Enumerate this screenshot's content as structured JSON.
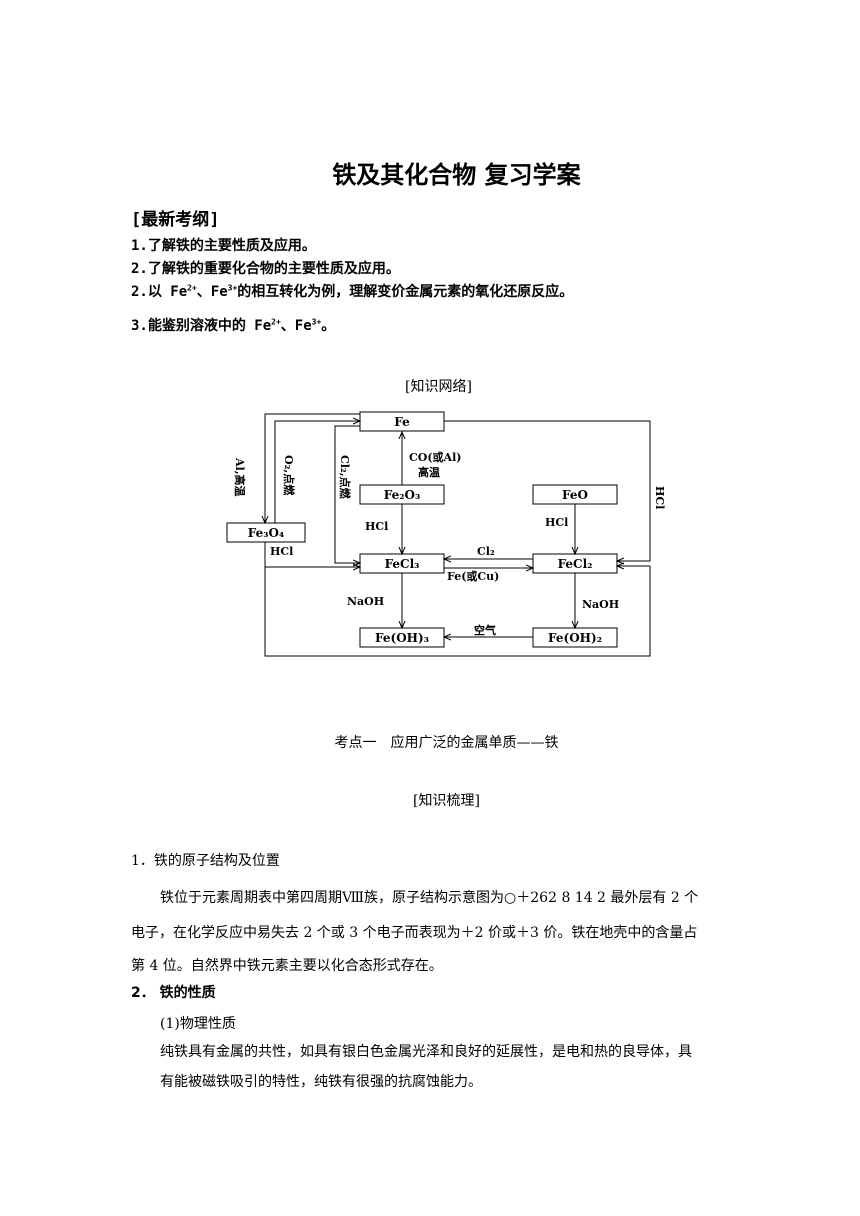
{
  "title": "铁及其化合物 复习学案",
  "outline": {
    "heading": "[最新考纲]",
    "items": [
      {
        "pre": "1.了解铁的主要性质及应用。"
      },
      {
        "pre": "2.了解铁的重要化合物的主要性质及应用。"
      },
      {
        "pre": "2.以 Fe",
        "sup1": "2+",
        "mid": "、Fe",
        "sup2": "3+",
        "post": "的相互转化为例，理解变价金属元素的氧化还原反应。"
      },
      {
        "pre": "3.能鉴别溶液中的 Fe",
        "sup1": "2+",
        "mid": "、Fe",
        "sup2": "3+",
        "post": "。"
      }
    ]
  },
  "diagram": {
    "caption": "[知识网络]",
    "nodes": {
      "fe": "Fe",
      "fe2o3": "Fe₂O₃",
      "feo": "FeO",
      "fe3o4": "Fe₃O₄",
      "fecl3": "FeCl₃",
      "fecl2": "FeCl₂",
      "feoh3": "Fe(OH)₃",
      "feoh2": "Fe(OH)₂"
    },
    "labels": {
      "al_high": "Al,高温",
      "o2_ignite": "O₂,点燃",
      "cl2_ignite": "Cl₂,点燃",
      "co_al": "CO(或Al)",
      "high_temp": "高温",
      "hcl_1": "HCl",
      "hcl_2": "HCl",
      "hcl_3": "HCl",
      "hcl_right": "HCl",
      "cl2": "Cl₂",
      "fe_cu": "Fe(或Cu)",
      "naoh_1": "NaOH",
      "naoh_2": "NaOH",
      "air": "空气"
    }
  },
  "section1": {
    "title": "考点一　应用广泛的金属单质——铁",
    "subtitle": "[知识梳理]"
  },
  "body": {
    "h1": "1．铁的原子结构及位置",
    "p1a": "铁位于元素周期表中第四周期Ⅷ族，原子结构示意图为○＋262 8 14 2 最外层有 2 个",
    "p1b": "电子，在化学反应中易失去 2 个或 3 个电子而表现为＋2 价或＋3 价。铁在地壳中的含量占",
    "p1c": "第 4 位。自然界中铁元素主要以化合态形式存在。",
    "h2": "2．  铁的性质",
    "h3": "(1)物理性质",
    "p2a": "纯铁具有金属的共性，如具有银白色金属光泽和良好的延展性，是电和热的良导体，具",
    "p2b": "有能被磁铁吸引的特性，纯铁有很强的抗腐蚀能力。"
  }
}
